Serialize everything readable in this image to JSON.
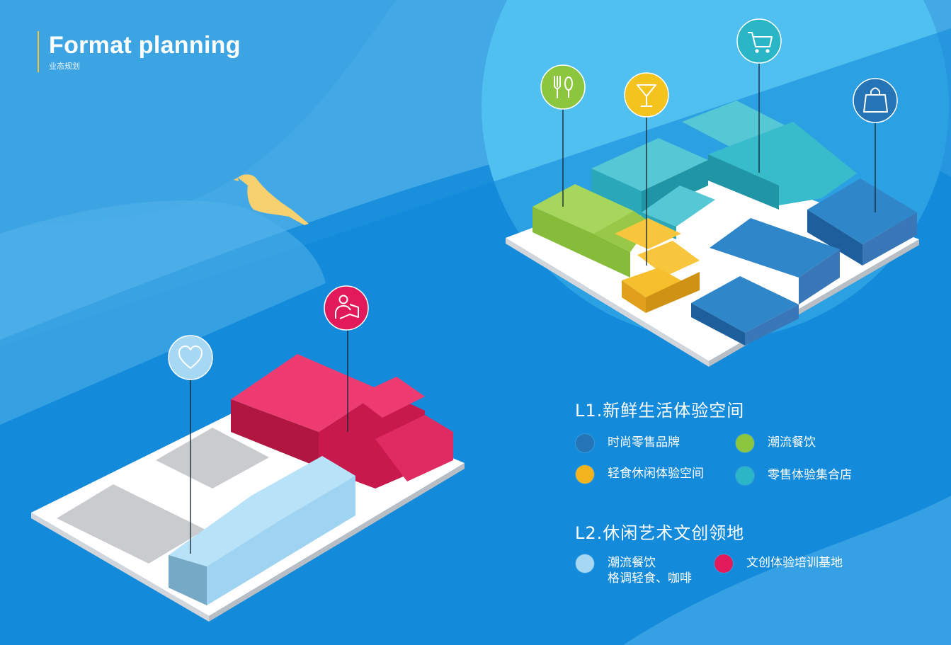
{
  "header": {
    "title": "Format planning",
    "subtitle": "业态规划"
  },
  "colors": {
    "background": "#1a8fdc",
    "blob_light": "#4fc0f0",
    "accent_yellow": "#f4c430",
    "bird": "#f7d070",
    "fashion_retail": "#2474b6",
    "trendy_dining_green": "#8cc63f",
    "light_food_leisure": "#f3b31d",
    "retail_concept": "#2ab6c6",
    "trendy_dining_light": "#a7d8f3",
    "culture_training": "#e2195a"
  },
  "legend_l1": {
    "title": "L1.新鲜生活体验空间",
    "items": [
      {
        "label": "时尚零售品牌",
        "color": "#2474b6"
      },
      {
        "label": "潮流餐饮",
        "color": "#8cc63f"
      },
      {
        "label": "轻食休闲体验空间",
        "color": "#f3b31d"
      },
      {
        "label": "零售体验集合店",
        "color": "#2ab6c6"
      }
    ]
  },
  "legend_l2": {
    "title": "L2.休闲艺术文创领地",
    "items": [
      {
        "label": "潮流餐饮",
        "label2": "格调轻食、咖啡",
        "color": "#a7d8f3"
      },
      {
        "label": "文创体验培训基地",
        "color": "#e2195a"
      }
    ]
  },
  "icons": [
    {
      "name": "cutlery-icon",
      "color": "#8cc63f"
    },
    {
      "name": "cocktail-icon",
      "color": "#f3b31d"
    },
    {
      "name": "cart-icon",
      "color": "#2ab6c6"
    },
    {
      "name": "shopping-bag-icon",
      "color": "#2474b6"
    },
    {
      "name": "reading-person-icon",
      "color": "#e2195a"
    },
    {
      "name": "heart-icon",
      "color": "#a7d8f3"
    }
  ]
}
